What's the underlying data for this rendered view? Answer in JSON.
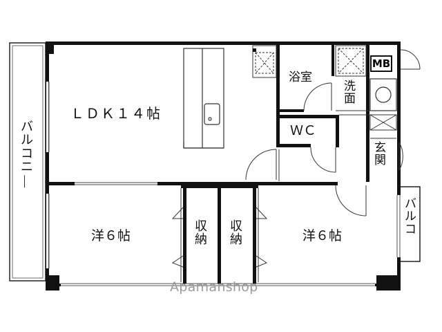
{
  "rooms": {
    "ldk": "ＬＤＫ１４帖",
    "bath": "浴室",
    "washroom": "洗面",
    "wc": "ＷＣ",
    "entrance": "玄関",
    "meter_box": "MB",
    "bedroom_left": "洋６帖",
    "bedroom_right": "洋６帖",
    "storage_left": "収納",
    "storage_right": "収納",
    "balcony_west": "バルコニー",
    "balcony_east": "バルコ"
  },
  "watermark": "Apamanshop"
}
